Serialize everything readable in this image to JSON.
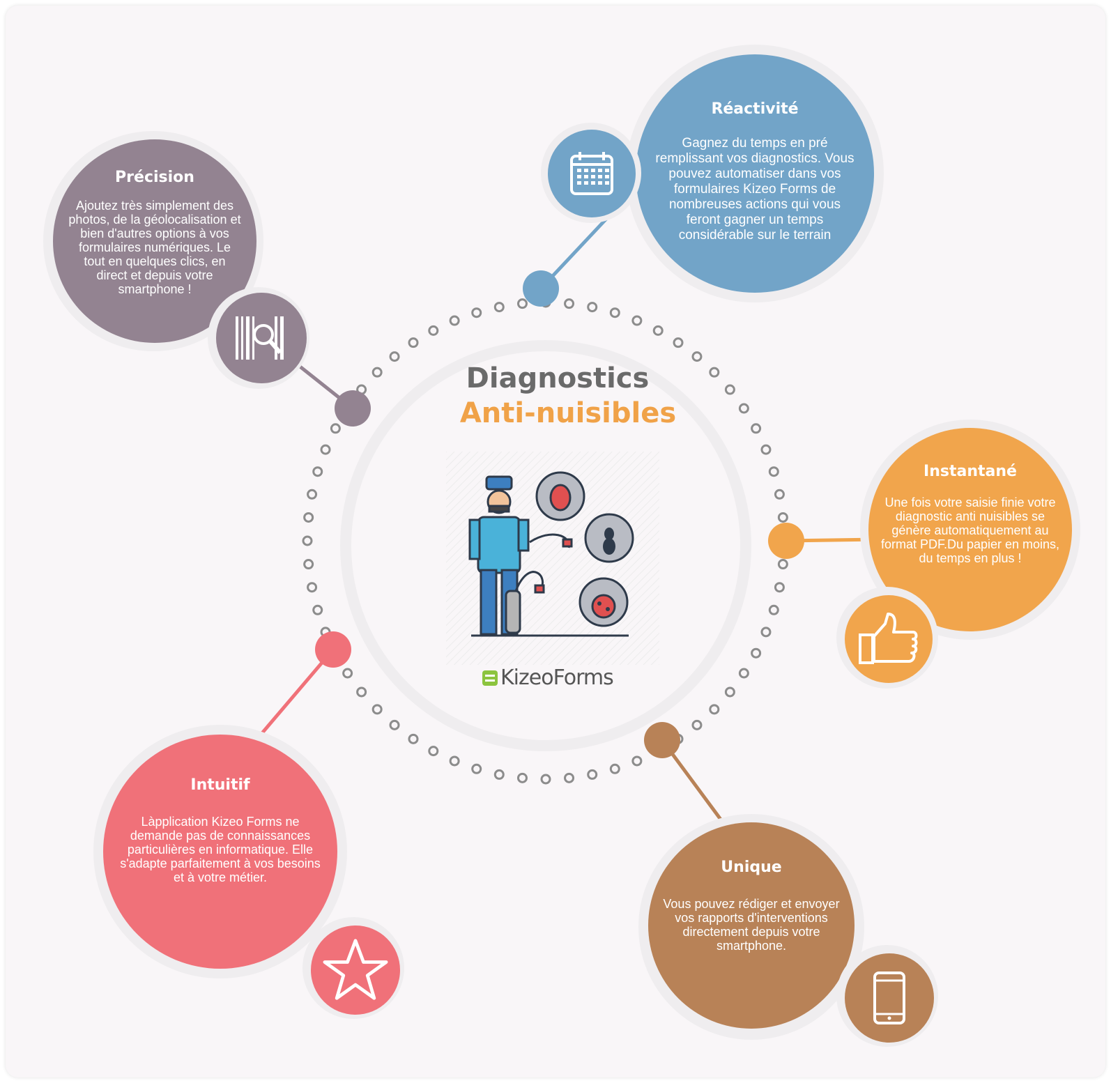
{
  "title": {
    "line1": "Diagnostics",
    "line2": "Anti-nuisibles"
  },
  "brand": "KizeoForms",
  "colors": {
    "precision": "#938391",
    "reactivite": "#72a4c8",
    "instantane": "#f1a54c",
    "unique": "#b88257",
    "intuitif": "#f07179",
    "title_accent": "#f0a248"
  },
  "features": {
    "precision": {
      "title": "Précision",
      "icon": "barcode-search-icon",
      "text": "Ajoutez très simplement des photos, de la géolocalisation et bien d'autres options à vos formulaires numériques. Le tout en quelques clics, en direct et depuis votre smartphone !"
    },
    "reactivite": {
      "title": "Réactivité",
      "icon": "calendar-icon",
      "text": "Gagnez du temps en pré remplissant vos diagnostics. Vous pouvez automatiser dans vos formulaires Kizeo Forms de nombreuses actions qui vous feront gagner un temps considérable sur le terrain"
    },
    "instantane": {
      "title": "Instantané",
      "icon": "thumbs-up-icon",
      "text": "Une fois votre saisie finie votre diagnostic anti nuisibles se génère automatiquement au format PDF.Du papier en moins, du temps en plus !"
    },
    "intuitif": {
      "title": "Intuitif",
      "icon": "star-icon",
      "text": "Làpplication Kizeo Forms ne demande pas de connaissances particulières en informatique. Elle s'adapte parfaitement à vos besoins et à votre métier."
    },
    "unique": {
      "title": "Unique",
      "icon": "smartphone-icon",
      "text": "Vous pouvez rédiger et envoyer vos rapports d'interventions directement depuis votre smartphone."
    }
  }
}
